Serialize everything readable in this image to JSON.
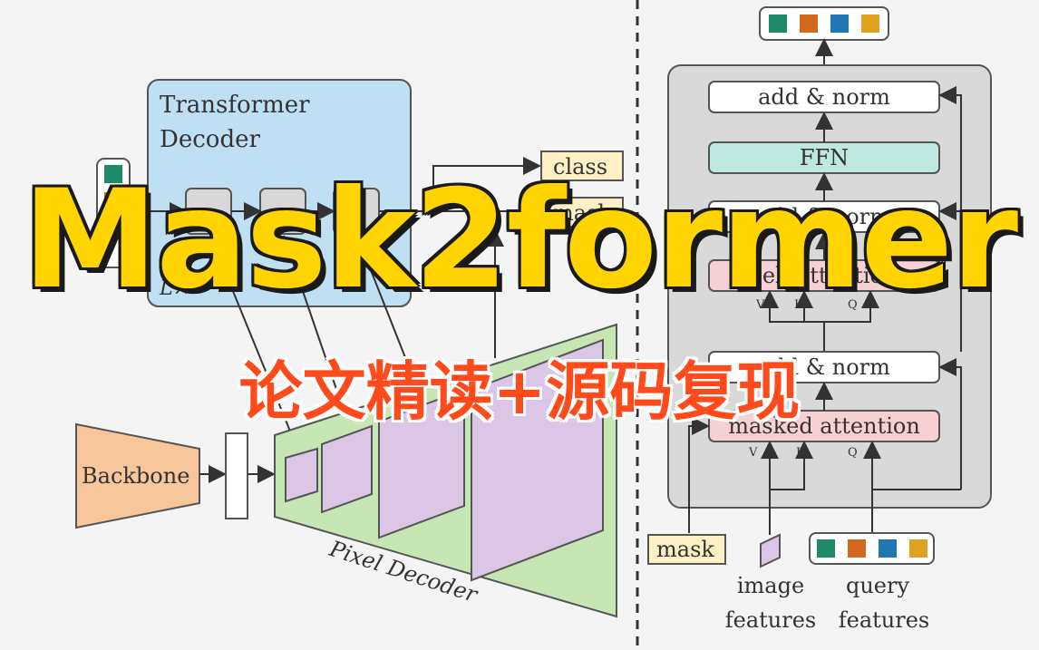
{
  "left_diagram": {
    "transformer_decoder_title_line1": "Transformer",
    "transformer_decoder_title_line2": "Decoder",
    "layer_label": "L×",
    "class_label": "class",
    "mask_label": "mask",
    "backbone_label": "Backbone",
    "pixel_decoder_label": "Pixel Decoder"
  },
  "right_diagram": {
    "add_norm_top": "add & norm",
    "ffn": "FFN",
    "add_norm_mid": "add & norm",
    "self_attention": "self-attention",
    "add_norm_low": "add & norm",
    "masked_attention": "masked attention",
    "vkq_upper": [
      "V",
      "K",
      "Q"
    ],
    "vkq_lower": [
      "V",
      "K",
      "Q"
    ],
    "mask_input_label": "mask",
    "image_features_line1": "image",
    "image_features_line2": "features",
    "query_features_line1": "query",
    "query_features_line2": "features"
  },
  "overlay": {
    "title": "Mask2former",
    "subtitle": "论文精读+源码复现"
  },
  "colors": {
    "query_green": "#1e8a6a",
    "query_orange": "#d2691e",
    "query_blue": "#1f77b4",
    "query_gold": "#e0a020",
    "transformer_blue": "#bfe0f3",
    "pixel_decoder_green": "#c6e6b4",
    "feature_purple": "#dcc6e6",
    "backbone_orange": "#f7c79b",
    "ffn_teal": "#bfe9e0",
    "attention_pink": "#f6d0d3",
    "title_yellow": "#ffd400",
    "subtitle_red": "#ff4a1c"
  }
}
